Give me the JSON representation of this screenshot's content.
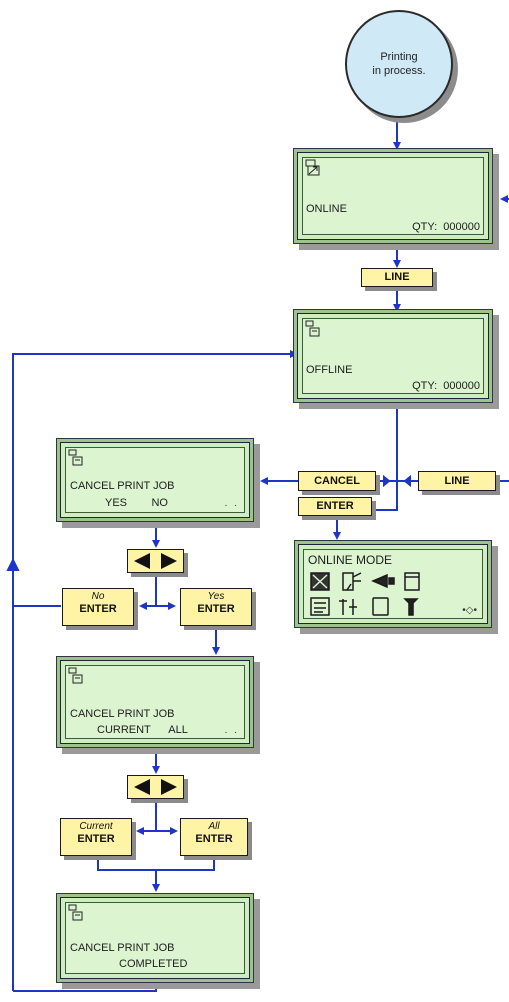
{
  "start": {
    "text": "Printing\nin process."
  },
  "screens": {
    "online": {
      "line1": "ONLINE",
      "line2": "QTY:  000000"
    },
    "offline": {
      "line1": "OFFLINE",
      "line2": "QTY:  000000"
    },
    "cancel_confirm": {
      "line1": "CANCEL PRINT JOB",
      "line2": "YES        NO",
      "dots": ". ."
    },
    "cancel_scope": {
      "line1": "CANCEL PRINT JOB",
      "line2": "CURRENT      ALL",
      "dots": ". ."
    },
    "cancel_done": {
      "line1": "CANCEL PRINT JOB",
      "line2": "COMPLETED"
    },
    "online_mode": {
      "title": "ONLINE MODE",
      "dots": "•◇•"
    }
  },
  "keys": {
    "line": "LINE",
    "cancel": "CANCEL",
    "enter": "ENTER",
    "no": "No",
    "yes": "Yes",
    "current": "Current",
    "all": "All"
  },
  "colors": {
    "flow_line": "#1f35c8",
    "key_fill": "#fff3a6",
    "lcd_fill": "#cdeec0",
    "start_fill": "#cfeaf6"
  },
  "icons": [
    "printer-status-icon",
    "paper-icon",
    "menu-grid-icons"
  ]
}
